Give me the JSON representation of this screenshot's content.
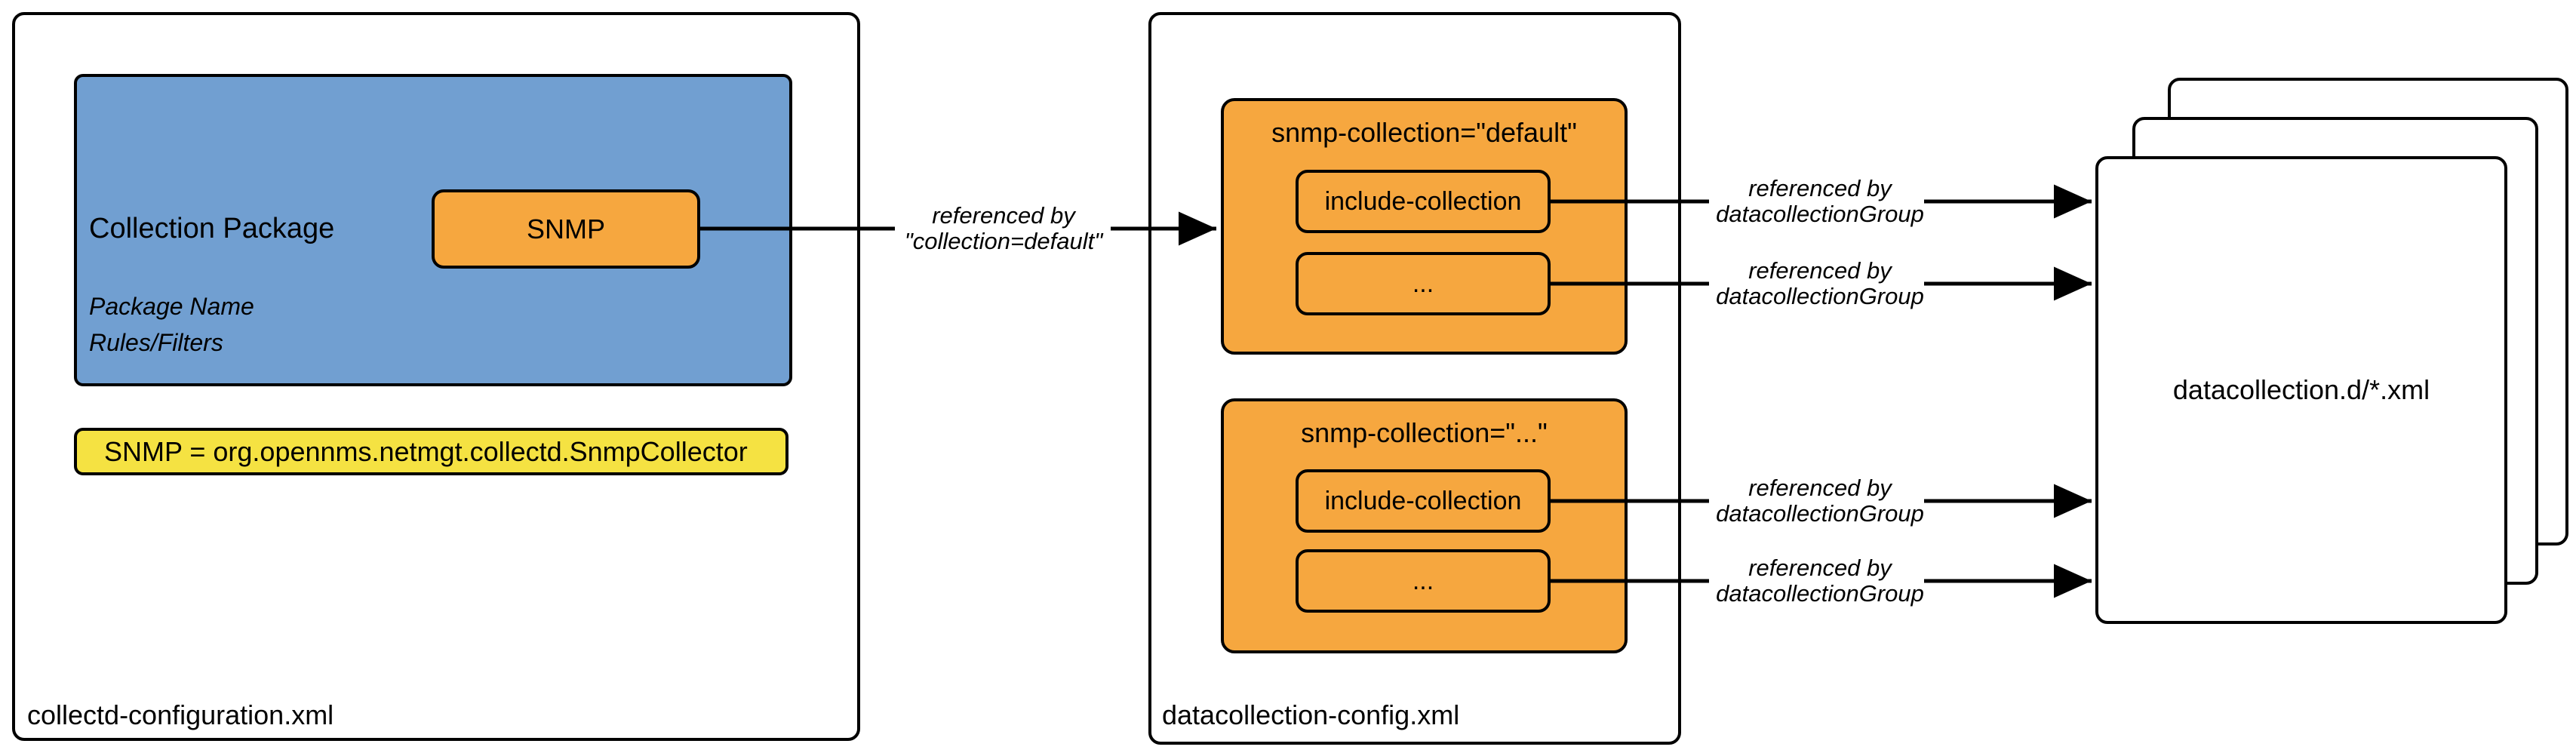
{
  "colors": {
    "background": "#FFFFFF",
    "box_blue": "#719FD1",
    "box_orange": "#F6A73F",
    "note_yellow": "#F5E242",
    "line": "#000000"
  },
  "left_panel": {
    "label": "collectd-configuration.xml",
    "package": {
      "title": "Collection Package",
      "service_label": "SNMP",
      "meta": [
        "Package Name",
        "Rules/Filters"
      ]
    },
    "note": "SNMP = org.opennms.netmgt.collectd.SnmpCollector"
  },
  "middle_panel": {
    "label": "datacollection-config.xml",
    "groups": [
      {
        "title": "snmp-collection=\"default\"",
        "items": [
          "include-collection",
          "..."
        ]
      },
      {
        "title": "snmp-collection=\"...\"",
        "items": [
          "include-collection",
          "..."
        ]
      }
    ]
  },
  "right_panel": {
    "label": "datacollection.d/*.xml"
  },
  "annotations": {
    "collection_ref": {
      "line1": "referenced by",
      "line2": "\"collection=default\""
    },
    "group_ref": {
      "line1": "referenced by",
      "line2": "datacollectionGroup"
    }
  }
}
